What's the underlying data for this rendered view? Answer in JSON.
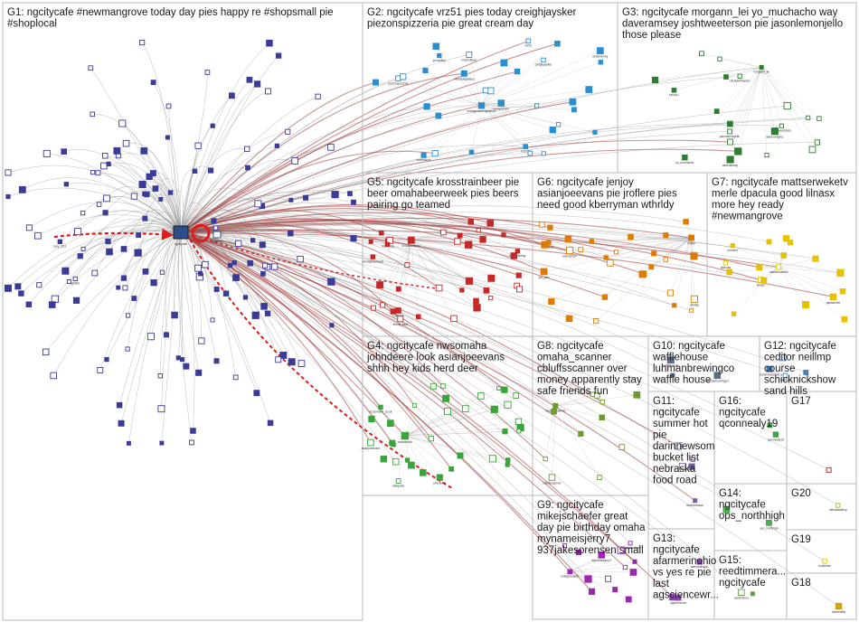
{
  "graph": {
    "groups": [
      {
        "id": "G1",
        "lines": [
          "G1: ngcitycafe #newmangrove today day pies happy re #shopsmall pie",
          "#shoplocal"
        ]
      },
      {
        "id": "G2",
        "lines": [
          "G2: ngcitycafe vrz51 pies today creighjaysker",
          "piezonspizzeria pie great cream day"
        ]
      },
      {
        "id": "G3",
        "lines": [
          "G3: ngcitycafe morgann_lei yo_muchacho way",
          "daveramsey joshtweeterson pie jasonlemonjello",
          "those please"
        ]
      },
      {
        "id": "G4",
        "lines": [
          "G4: ngcitycafe nwsomaha",
          "johndeere look asianjoeevans",
          "shhh hey kids herd deer"
        ]
      },
      {
        "id": "G5",
        "lines": [
          "G5: ngcitycafe krosstrainbeer pie",
          "beer omahabeerweek pies beers",
          "pairing go teamed"
        ]
      },
      {
        "id": "G6",
        "lines": [
          "G6: ngcitycafe jenjoy",
          "asianjoeevans pie jroflere pies",
          "need good kberryman wthrldy"
        ]
      },
      {
        "id": "G7",
        "lines": [
          "G7: ngcitycafe mattserweketv",
          "merle dpacula good lilnasx",
          "more hey ready",
          "#newmangrove"
        ]
      },
      {
        "id": "G8",
        "lines": [
          "G8: ngcitycafe",
          "omaha_scanner",
          "cbluffsscanner over",
          "money apparently stay",
          "safe friends fun"
        ]
      },
      {
        "id": "G9",
        "lines": [
          "G9: ngcitycafe",
          "mikejschaefer great",
          "day pie birthday omaha",
          "mynameisjerry7",
          "937jakesorensen small"
        ]
      },
      {
        "id": "G10",
        "lines": [
          "G10: ngcitycafe",
          "wafflehouse",
          "luhmanbrewingco",
          "waffle house"
        ]
      },
      {
        "id": "G11",
        "lines": [
          "G11:",
          "ngcitycafe",
          "summer hot",
          "pie",
          "darinnewsom",
          "bucket list",
          "nebraska",
          "food road"
        ]
      },
      {
        "id": "G12",
        "lines": [
          "G12: ngcitycafe",
          "ceditor neillmp",
          "course",
          "schicknickshow",
          "sand hills"
        ]
      },
      {
        "id": "G13",
        "lines": [
          "G13:",
          "ngcitycafe",
          "afarmerinohio",
          "vs yes re pie",
          "last",
          "agsciencewr..."
        ]
      },
      {
        "id": "G14",
        "lines": [
          "G14:",
          "ngcitycafe",
          "ops_northhigh"
        ]
      },
      {
        "id": "G15",
        "lines": [
          "G15:",
          "reedtimmera...",
          "ngcitycafe"
        ]
      },
      {
        "id": "G16",
        "lines": [
          "G16:",
          "ngcitycafe",
          "qconnealy19"
        ]
      },
      {
        "id": "G17",
        "lines": [
          "G17"
        ]
      },
      {
        "id": "G18",
        "lines": [
          "G18"
        ]
      },
      {
        "id": "G19",
        "lines": [
          "G19"
        ]
      },
      {
        "id": "G20",
        "lines": [
          "G20"
        ]
      }
    ],
    "palette": {
      "G1": "#3b3b9a",
      "G2": "#2a8fd1",
      "G3": "#2e7d32",
      "G4": "#3aa53a",
      "G5": "#c62828",
      "G6": "#e07b00",
      "G7": "#e6c200",
      "G8": "#6d9c2e",
      "G9": "#9c27b0",
      "G10": "#5d6b8a",
      "G11": "#7b5ea7",
      "G12": "#3f7fbf",
      "G13": "#8e44ad",
      "G14": "#4caf50",
      "G15": "#6a994e",
      "G16": "#43a047",
      "G17": "#b71c1c",
      "G18": "#d4a017",
      "G19": "#f0c419",
      "G20": "#8bc34a"
    },
    "hub_labels": [
      "ngcitycafe",
      "ciclgreen"
    ],
    "node_labels": {
      "G1": [
        "joey_1111",
        "tgfdkid"
      ],
      "G2": [
        "mamapadrelingslamps",
        "creighjaysker",
        "vrz51",
        "piezonspizzeria",
        "loonyrichard",
        "johnstilley",
        "nebraskapalace",
        "mdreaunce",
        "buzz33",
        "amankinney",
        "mitchelbear"
      ],
      "G3": [
        "morgann_lei",
        "yo_muchacho",
        "jasonlemonjello",
        "daveramsey",
        "joshtweeterson",
        "alanrodriguez",
        "elizabethhaelen",
        "elucky1"
      ],
      "G4": [
        "nwsomaha",
        "johndeere",
        "asianjoeevans",
        "wikiquinn",
        "mzsomaha_scout"
      ],
      "G5": [
        "krosstrainbeer",
        "omahabeerweek",
        "beer_pairing",
        "team_bar",
        "kaitlin12",
        "shorty_stuff"
      ],
      "G6": [
        "jenjoy",
        "jroflere",
        "kberryman",
        "wthrldy",
        "jvd_pies"
      ],
      "G7": [
        "mattserweketv",
        "dpacula",
        "lilnasx",
        "mrmerle",
        "qaustonlee"
      ],
      "G8": [
        "omaha_scanner",
        "cbluffsscanner"
      ],
      "G9": [
        "mikejschaefer",
        "mynameisjerry7",
        "937jakesorensen"
      ],
      "G10": [
        "wafflehouse",
        "luhmanbrewingco"
      ],
      "G11": [
        "darinnewsom"
      ],
      "G12": [
        "neillmp",
        "schicknickshow"
      ],
      "G13": [
        "afarmerinohio",
        "agsciencewr"
      ],
      "G14": [
        "ops_northhigh"
      ],
      "G15": [
        "reedtimmer"
      ],
      "G16": [
        "qconnealy19"
      ],
      "G17": [],
      "G18": [
        "maranatha"
      ],
      "G19": [
        "hustlerbiz"
      ],
      "G20": [
        "nebraskashop"
      ]
    }
  }
}
